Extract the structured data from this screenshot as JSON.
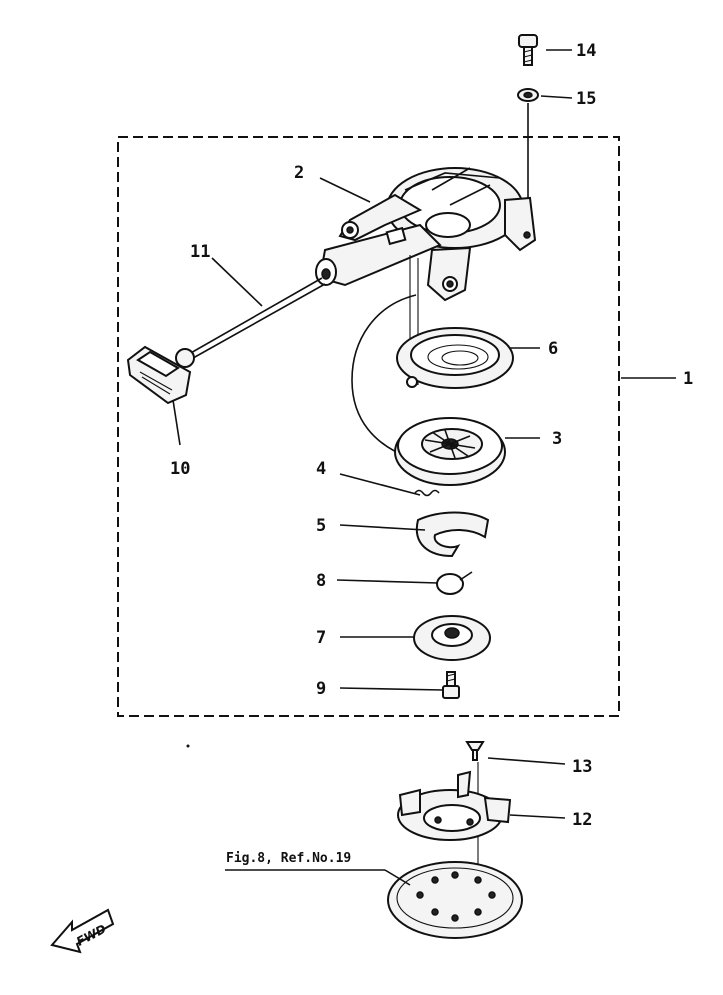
{
  "callouts": {
    "p1": "1",
    "p2": "2",
    "p3": "3",
    "p4": "4",
    "p5": "5",
    "p6": "6",
    "p7": "7",
    "p8": "8",
    "p9": "9",
    "p10": "10",
    "p11": "11",
    "p12": "12",
    "p13": "13",
    "p14": "14",
    "p15": "15"
  },
  "reference_note": "Fig.8, Ref.No.19",
  "direction_arrow": {
    "label": "FWD",
    "icon": "fwd-arrow-icon"
  },
  "ink_color": "#111111",
  "background_color": "#ffffff"
}
